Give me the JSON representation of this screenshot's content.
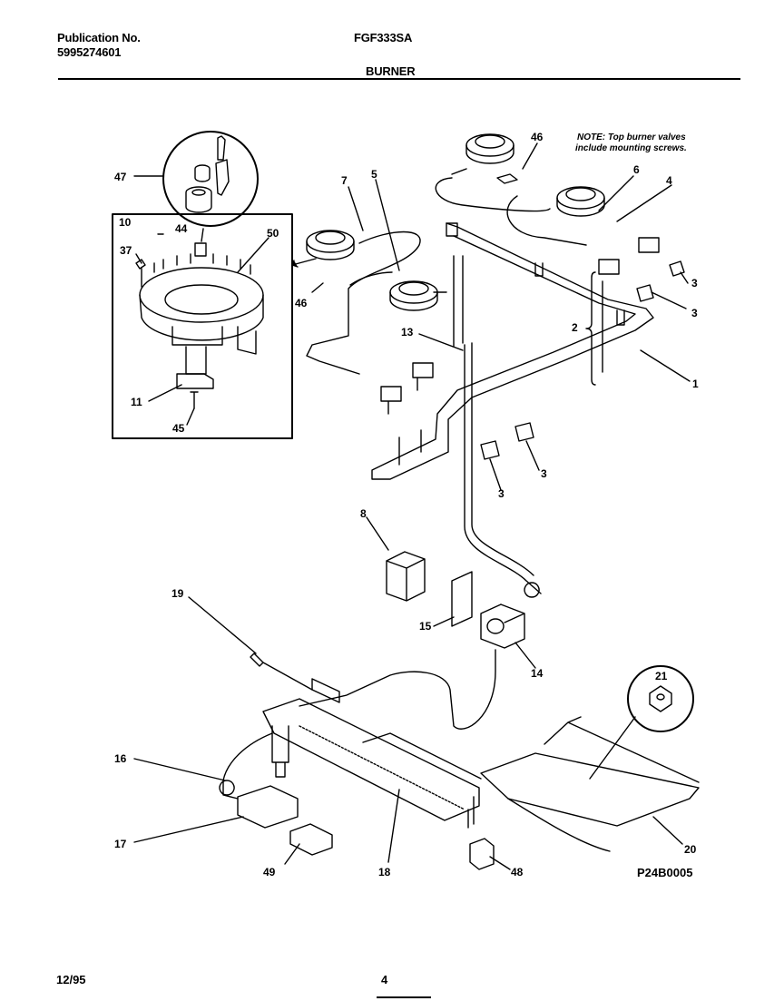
{
  "header": {
    "publication_label": "Publication No.",
    "publication_number": "5995274601",
    "model": "FGF333SA",
    "section": "BURNER"
  },
  "note": {
    "line1": "NOTE: Top burner valves",
    "line2": "include mounting screws."
  },
  "callouts": {
    "c1": "1",
    "c2": "2",
    "c3a": "3",
    "c3b": "3",
    "c3c": "3",
    "c3d": "3",
    "c4": "4",
    "c5": "5",
    "c6": "6",
    "c7": "7",
    "c8": "8",
    "c10": "10",
    "c11": "11",
    "c13": "13",
    "c14": "14",
    "c15": "15",
    "c16": "16",
    "c17": "17",
    "c18": "18",
    "c19": "19",
    "c20": "20",
    "c21": "21",
    "c37": "37",
    "c44": "44",
    "c45": "45",
    "c46a": "46",
    "c46b": "46",
    "c47": "47",
    "c48": "48",
    "c49": "49",
    "c50": "50"
  },
  "diagram_code": "P24B0005",
  "footer": {
    "date": "12/95",
    "page": "4"
  }
}
